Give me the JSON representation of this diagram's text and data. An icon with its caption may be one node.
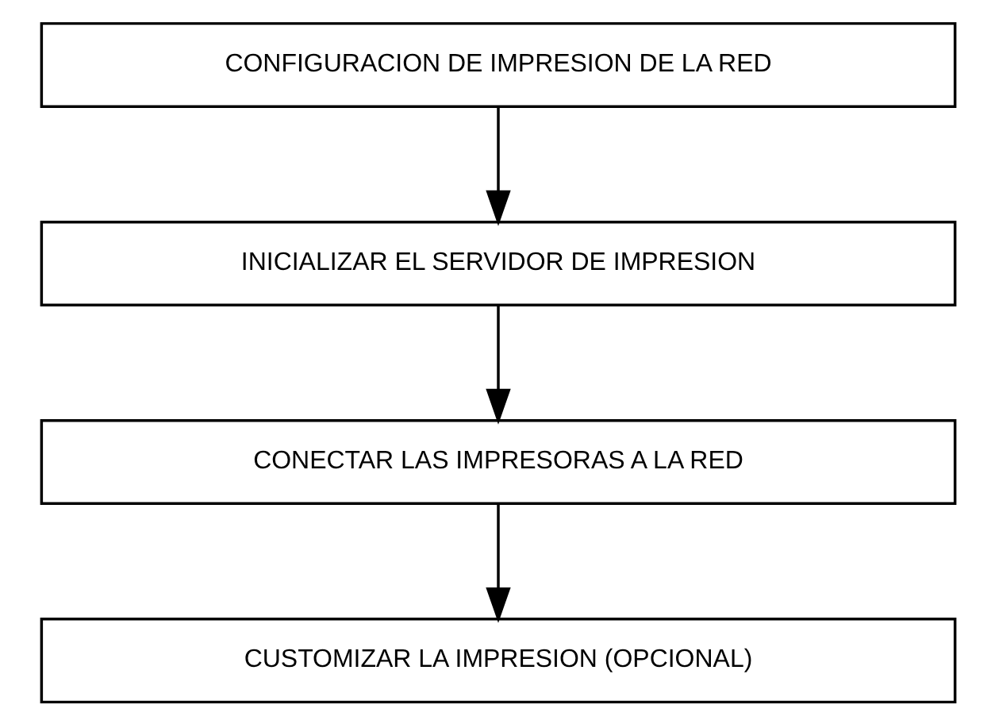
{
  "diagram": {
    "nodes": [
      {
        "text": [
          "CONFIGURACION DE IMPRESION DE LA RED"
        ]
      },
      {
        "text": [
          "INICIALIZAR EL SERVIDOR DE IMPRESION"
        ]
      },
      {
        "text": [
          "CONECTAR LAS IMPRESORAS A LA RED"
        ]
      },
      {
        "text": [
          "CUSTOMIZAR LA IMPRESION (OPCIONAL)"
        ]
      }
    ],
    "edges": [
      {
        "from": 0,
        "to": 1,
        "arrow": "to"
      },
      {
        "from": 1,
        "to": 2,
        "arrow": "to"
      },
      {
        "from": 2,
        "to": 3,
        "arrow": "to"
      }
    ]
  }
}
